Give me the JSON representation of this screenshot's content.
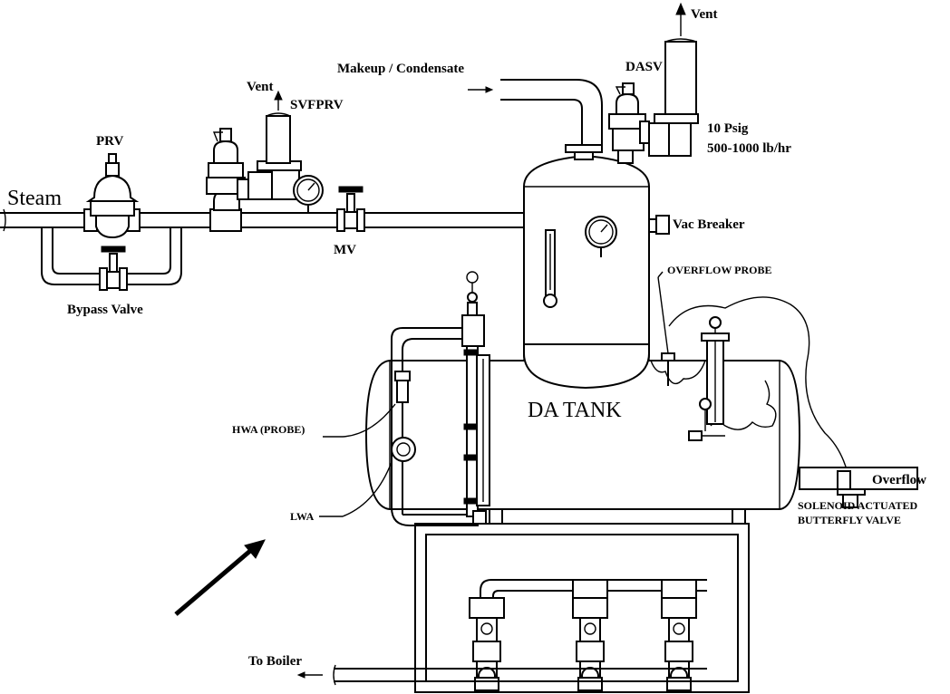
{
  "labels": {
    "steam": "Steam",
    "prv": "PRV",
    "bypass_valve": "Bypass Valve",
    "vent_svfprv": "Vent",
    "svfprv": "SVFPRV",
    "mv": "MV",
    "makeup_condensate": "Makeup / Condensate",
    "dasv": "DASV",
    "vent_top": "Vent",
    "psig": "10 Psig",
    "flow_rate": "500-1000 lb/hr",
    "vac_breaker": "Vac Breaker",
    "overflow_probe": "OVERFLOW PROBE",
    "hwa_probe": "HWA (PROBE)",
    "lwa": "LWA",
    "da_tank": "DA TANK",
    "overflow": "Overflow",
    "solenoid_line1": "SOLENOID ACTUATED",
    "solenoid_line2": "BUTTERFLY VALVE",
    "to_boiler": "To Boiler"
  }
}
